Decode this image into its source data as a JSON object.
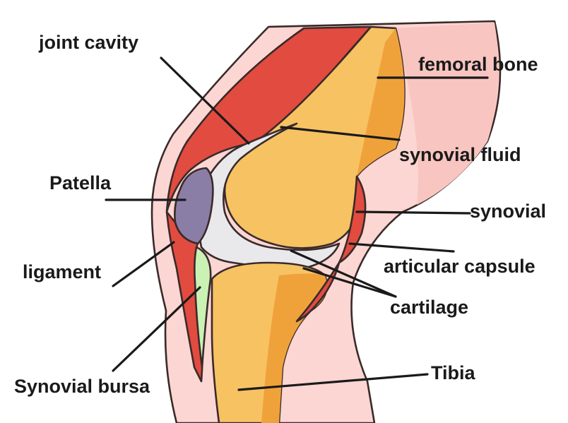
{
  "labels": {
    "joint_cavity": "joint cavity",
    "femoral_bone": "femoral bone",
    "synovial_fluid": "synovial fluid",
    "patella": "Patella",
    "synovial": "synovial",
    "ligament": "ligament",
    "articular_capsule": "articular capsule",
    "cartilage": "cartilage",
    "synovial_bursa": "Synovial bursa",
    "tibia": "Tibia"
  },
  "colors": {
    "skin": "#fbd6d2",
    "skin_dark": "#f6b3ad",
    "muscle": "#e24b3f",
    "bone": "#f7c262",
    "bone_dark": "#f0a23a",
    "cavity": "#e9e9ec",
    "patella": "#8b7ea6",
    "bursa": "#c9f2b4",
    "line": "#1a1a1a"
  }
}
